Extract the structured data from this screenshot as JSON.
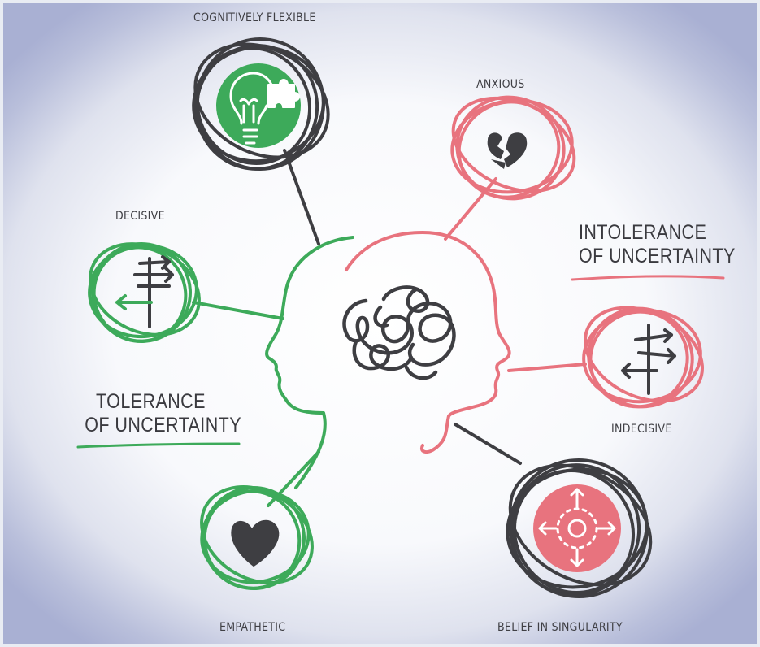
{
  "diagram": {
    "tolerance_heading": {
      "line1": "TOLERANCE",
      "line2": "OF UNCERTAINTY"
    },
    "intolerance_heading": {
      "line1": "INTOLERANCE",
      "line2": "OF UNCERTAINTY"
    },
    "nodes": {
      "cognitively_flexible": "COGNITIVELY FLEXIBLE",
      "decisive": "DECISIVE",
      "empathetic": "EMPATHETIC",
      "anxious": "ANXIOUS",
      "indecisive": "INDECISIVE",
      "belief_in_singularity": "BELIEF IN SINGULARITY"
    },
    "colors": {
      "green": "#3daa5a",
      "red": "#e8737e",
      "dark": "#3e3e42"
    }
  }
}
